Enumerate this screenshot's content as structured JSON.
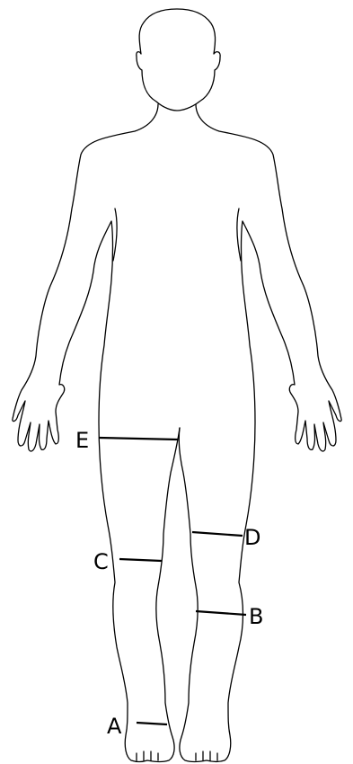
{
  "diagram": {
    "markers": [
      {
        "id": "A",
        "label": "A"
      },
      {
        "id": "B",
        "label": "B"
      },
      {
        "id": "C",
        "label": "C"
      },
      {
        "id": "D",
        "label": "D"
      },
      {
        "id": "E",
        "label": "E"
      }
    ]
  }
}
